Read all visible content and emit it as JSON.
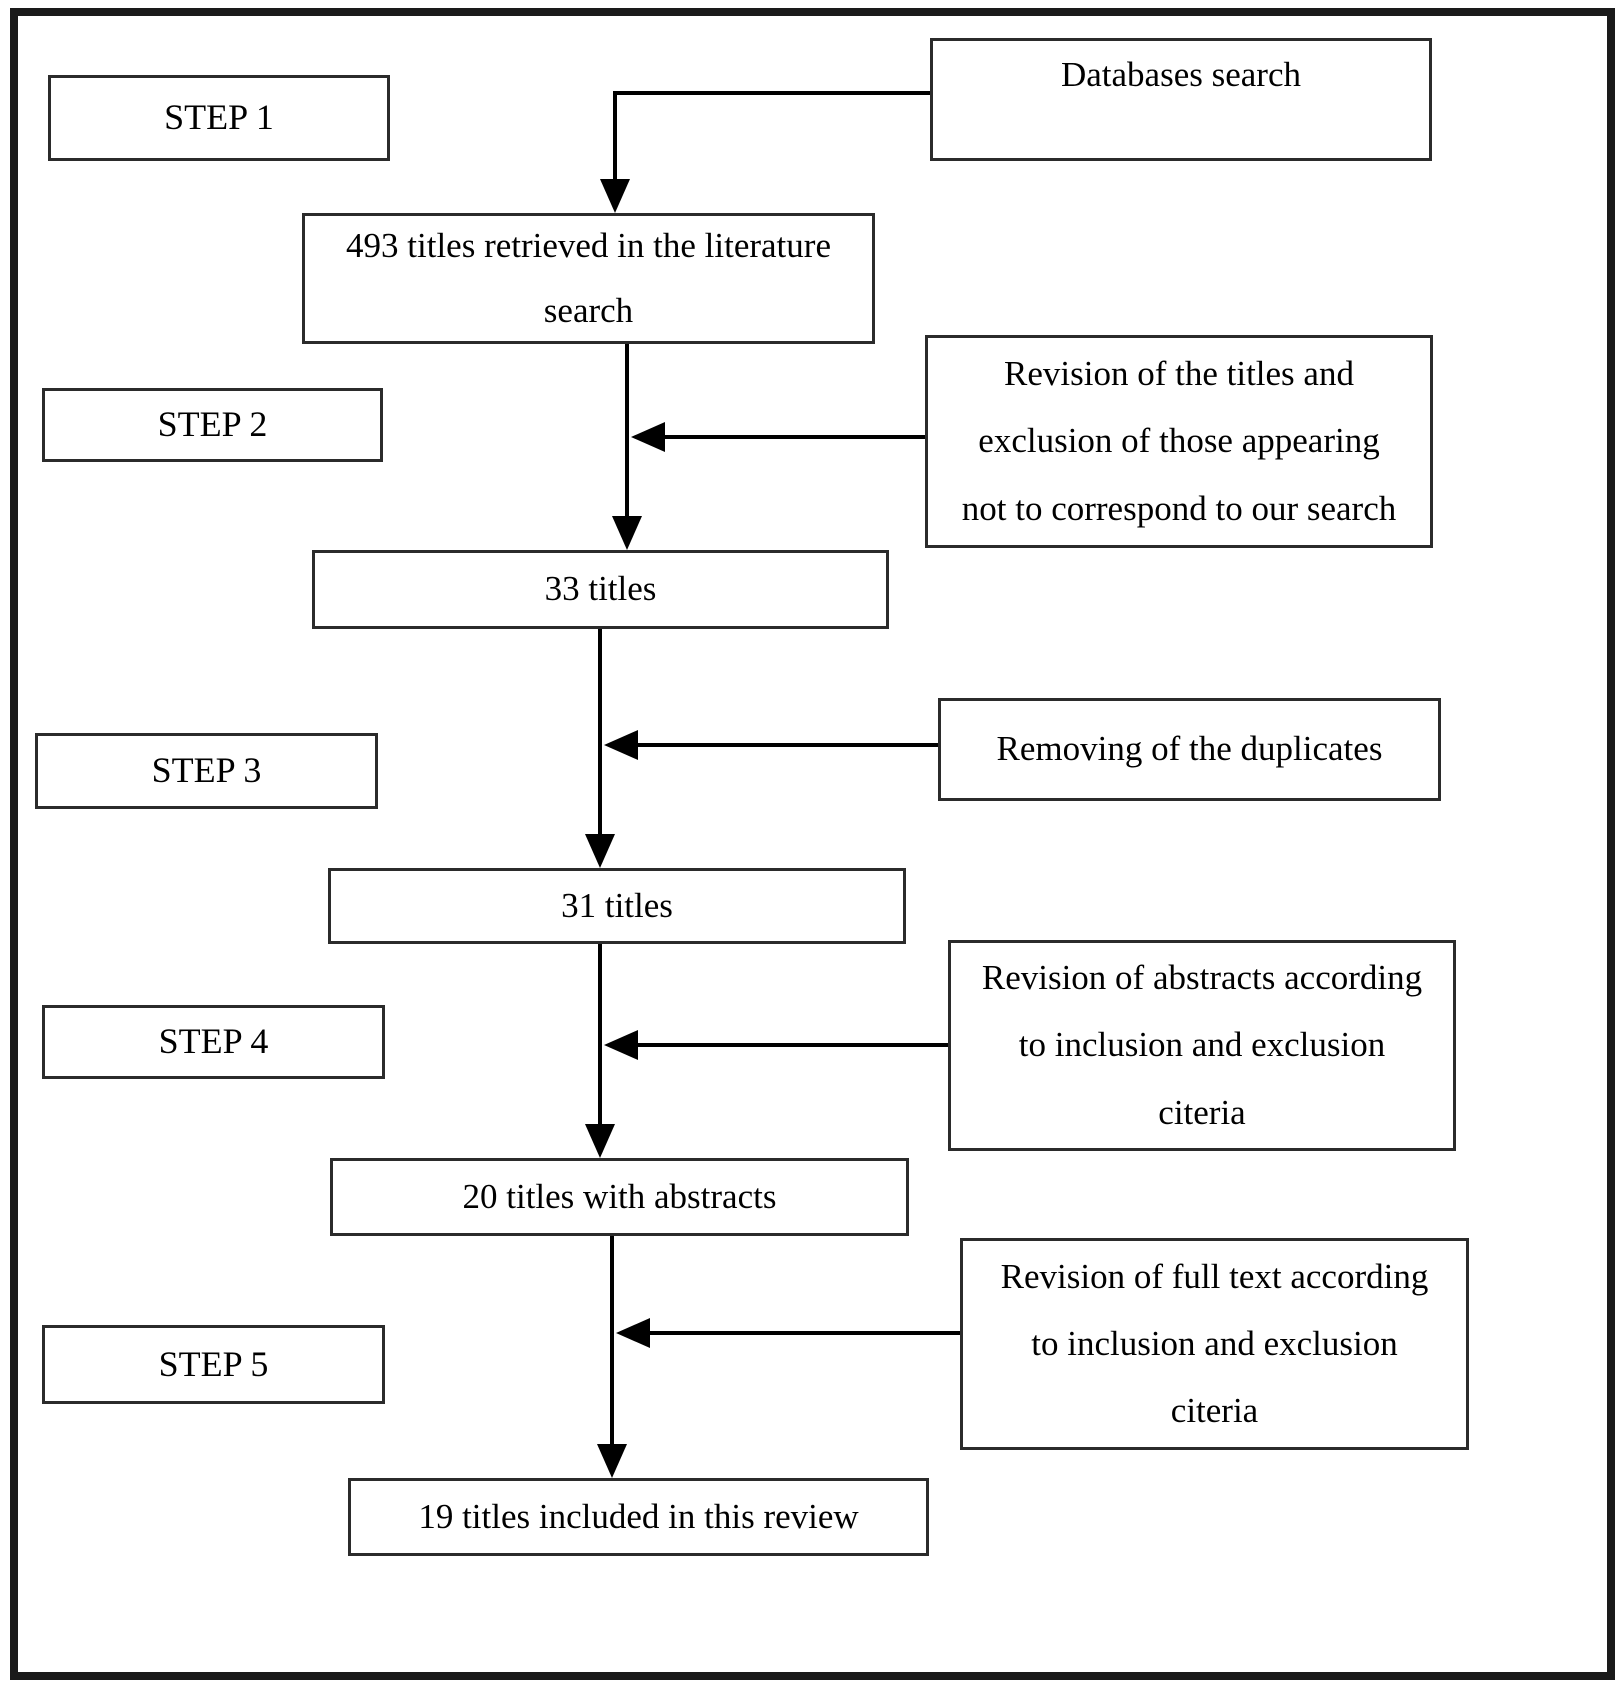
{
  "steps": {
    "s1": "STEP 1",
    "s2": "STEP 2",
    "s3": "STEP 3",
    "s4": "STEP 4",
    "s5": "STEP 5"
  },
  "boxes": {
    "databases": "Databases search",
    "retrieved_l1": "493 titles retrieved in the literature",
    "retrieved_l2": "search",
    "revision_titles_l1": "Revision of the titles and",
    "revision_titles_l2": "exclusion of those appearing",
    "revision_titles_l3": "not to correspond to our search",
    "titles33": "33 titles",
    "duplicates": "Removing of the duplicates",
    "titles31": "31 titles",
    "revision_abstracts_l1": "Revision of abstracts according",
    "revision_abstracts_l2": "to inclusion and exclusion",
    "revision_abstracts_l3": "citeria",
    "titles20": "20 titles with abstracts",
    "revision_fulltext_l1": "Revision of full text according",
    "revision_fulltext_l2": "to inclusion and exclusion",
    "revision_fulltext_l3": "citeria",
    "titles19": "19 titles included in this review"
  },
  "colors": {
    "ink": "#000000",
    "paper": "#ffffff"
  }
}
